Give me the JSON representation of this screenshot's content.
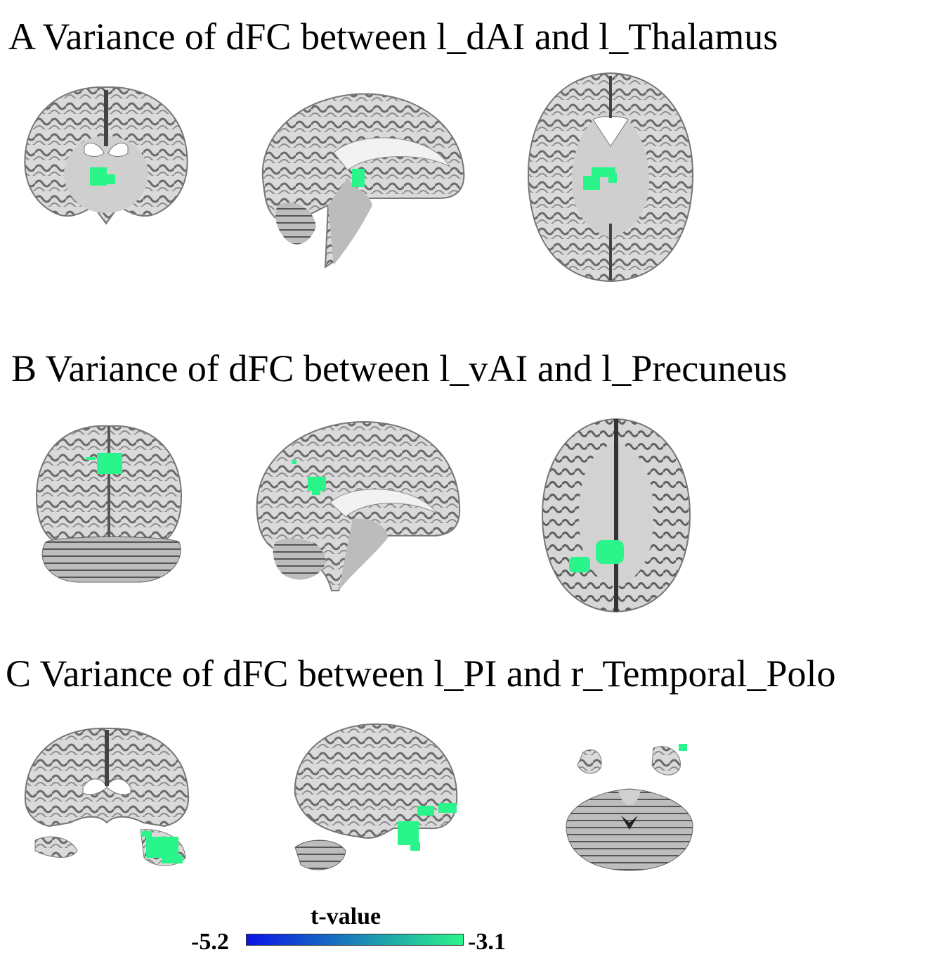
{
  "panels": [
    {
      "title": "A Variance of dFC between l_dAI and l_Thalamus"
    },
    {
      "title": "B Variance of dFC between l_vAI and l_Precuneus"
    },
    {
      "title": "C Variance of dFC between l_PI and r_Temporal_Polo"
    }
  ],
  "colorbar": {
    "label": "t-value",
    "min_label": "-5.2",
    "max_label": "-3.1",
    "min_color": "#0a14e6",
    "max_color": "#2af58a"
  },
  "colors": {
    "activation": "#2af58a",
    "gray_matter": "#6e6e6e",
    "white_matter": "#dcdcdc"
  }
}
